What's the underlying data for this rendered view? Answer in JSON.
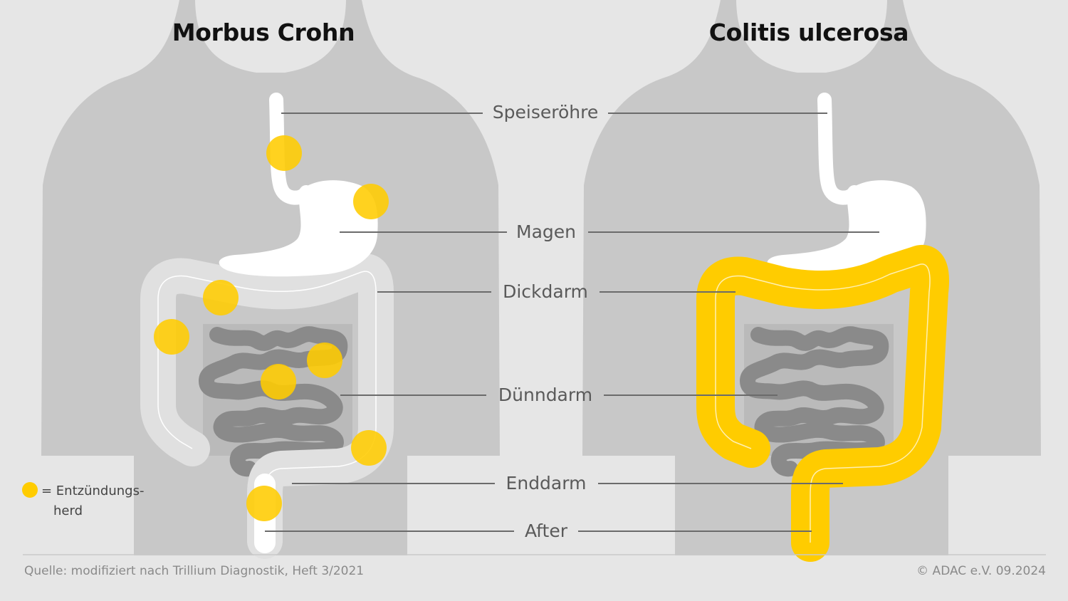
{
  "titles": {
    "left": "Morbus Crohn",
    "right": "Colitis ulcerosa"
  },
  "organ_labels": {
    "esophagus": "Speiseröhre",
    "stomach": "Magen",
    "large_intestine": "Dickdarm",
    "small_intestine": "Dünndarm",
    "rectum": "Enddarm",
    "anus": "After"
  },
  "legend": {
    "line1": "= Entzündungs-",
    "line2": "herd"
  },
  "footer": {
    "source": "Quelle: modifiziert nach Trillium Diagnostik, Heft 3/2021",
    "copyright": "© ADAC e.V. 09.2024"
  },
  "colors": {
    "background": "#e6e6e6",
    "body_silhouette": "#c8c8c8",
    "small_intestine": "#8a8a8a",
    "organ_white": "#ffffff",
    "colon_light": "#e0e0e0",
    "inflammation": "#ffcc00",
    "leader_line": "#6b6b6b"
  }
}
